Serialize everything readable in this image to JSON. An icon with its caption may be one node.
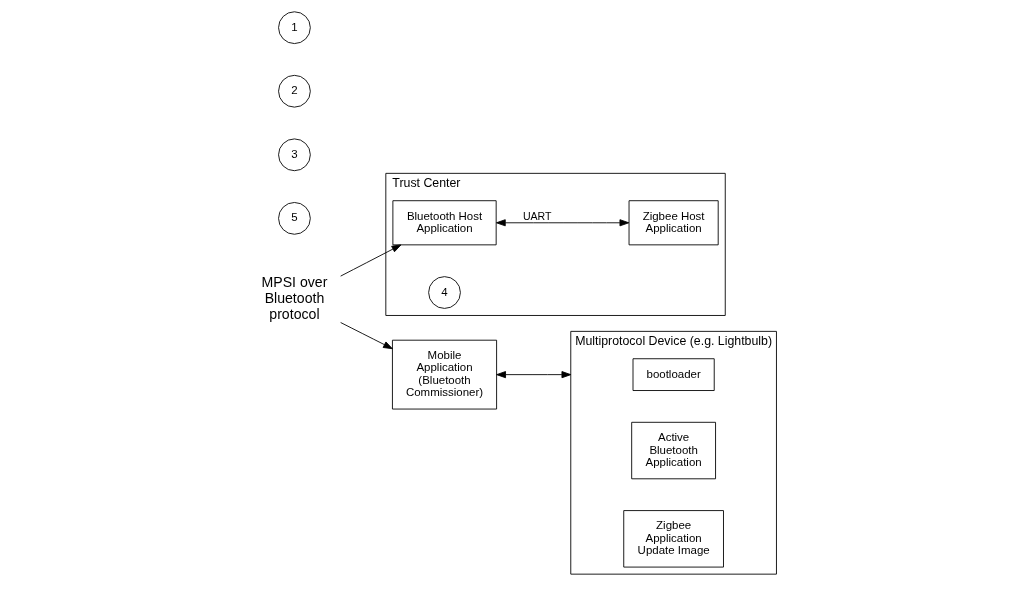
{
  "diagram": {
    "nodes": [
      {
        "text": [
          "Trust Center"
        ]
      },
      {
        "text": [
          "Bluetooth Host Application"
        ],
        "in": 0
      },
      {
        "text": [
          "Zigbee Host Application"
        ],
        "in": 0
      },
      {
        "text": [
          "4"
        ],
        "in": 0
      },
      {
        "text": [
          "5"
        ]
      },
      {
        "text": [
          "MPSI over Bluetooth protocol"
        ]
      },
      {
        "text": [
          "3"
        ]
      },
      {
        "text": [
          "Mobile Application (Bluetooth Commissioner)"
        ]
      },
      {
        "text": [
          "2"
        ]
      },
      {
        "text": [
          "Multiprotocol Device (e.g. Lightbulb)"
        ]
      },
      {
        "text": [
          "bootloader"
        ],
        "in": 9
      },
      {
        "text": [
          "Active Bluetooth Application"
        ],
        "in": 9
      },
      {
        "text": [
          "Zigbee Application Update Image"
        ],
        "in": 9
      },
      {
        "text": [
          "1"
        ]
      }
    ],
    "edges": [
      {
        "from": 1,
        "to": 2,
        "arrow": "both",
        "label": "UART"
      },
      {
        "from": 5,
        "to": 1,
        "arrow": "to"
      },
      {
        "from": 5,
        "to": 7,
        "arrow": "to"
      },
      {
        "from": 7,
        "to": 9,
        "arrow": "both"
      }
    ]
  }
}
